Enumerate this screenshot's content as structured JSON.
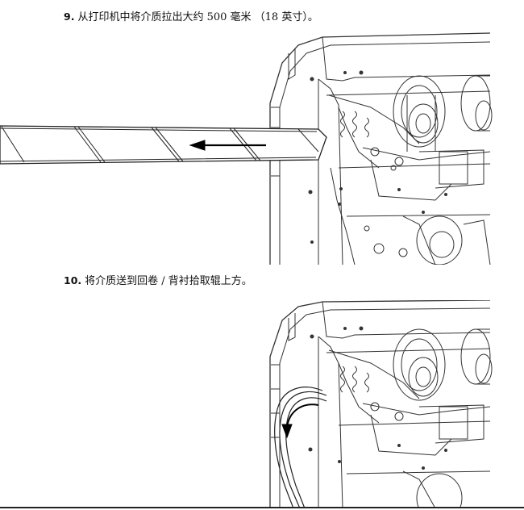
{
  "steps": [
    {
      "number": "9.",
      "text": "从打印机中将介质拉出大约 500 毫米 （18 英寸）。"
    },
    {
      "number": "10.",
      "text": "将介质送到回卷 / 背衬拾取辊上方。"
    }
  ]
}
